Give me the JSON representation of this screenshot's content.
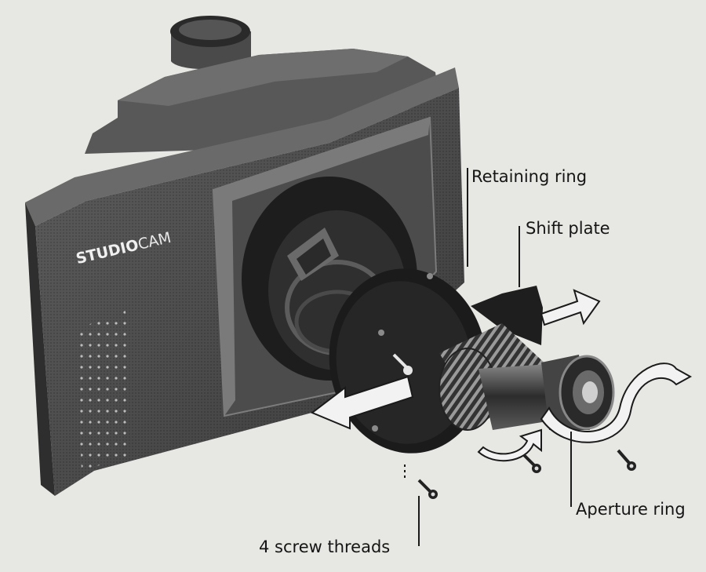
{
  "brand": {
    "bold": "STUDIO",
    "light": "CAM"
  },
  "callouts": {
    "retaining_ring": "Retaining ring",
    "shift_plate": "Shift plate",
    "aperture_ring": "Aperture ring",
    "screw_threads": "4 screw threads"
  }
}
